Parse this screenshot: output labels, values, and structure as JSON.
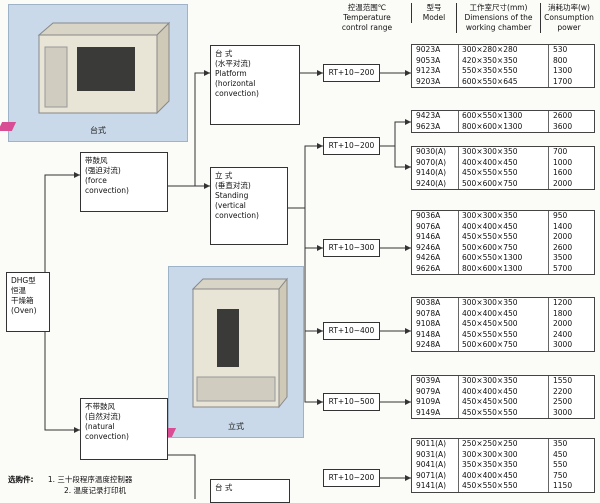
{
  "header": {
    "range": [
      "控温范围℃",
      "Temperature",
      "control range"
    ],
    "model": [
      "型号",
      "Model"
    ],
    "dims": [
      "工作室尺寸(mm)",
      "Dimensions of the",
      "working chamber"
    ],
    "power": [
      "消耗功率(w)",
      "Consumption",
      "power"
    ]
  },
  "photos": {
    "top": "台式",
    "mid": "立式"
  },
  "root": [
    "DHG型",
    "恒温",
    "干燥箱",
    "(Oven)"
  ],
  "force": [
    "带鼓风",
    "(强迫对流)",
    "(force",
    "convection)"
  ],
  "natural": [
    "不带鼓风",
    "(自然对流)",
    "(natural",
    "convection)"
  ],
  "platform": [
    "台   式",
    "(水平对流)",
    "Platform",
    "(horizontal",
    "convection)"
  ],
  "standing": [
    "立   式",
    "(垂直对流)",
    "Standing",
    "(vertical",
    "convection)"
  ],
  "platform2": [
    "台   式"
  ],
  "ranges": [
    "RT+10~200",
    "RT+10~200",
    "RT+10~300",
    "RT+10~400",
    "RT+10~500",
    "RT+10~200"
  ],
  "groups": [
    [
      [
        "9023A",
        "300×280×280",
        "530"
      ],
      [
        "9053A",
        "420×350×350",
        "800"
      ],
      [
        "9123A",
        "550×350×550",
        "1300"
      ],
      [
        "9203A",
        "600×550×645",
        "1700"
      ]
    ],
    [
      [
        "9423A",
        "600×550×1300",
        "2600"
      ],
      [
        "9623A",
        "800×600×1300",
        "3600"
      ]
    ],
    [
      [
        "9030(A)",
        "300×300×350",
        "700"
      ],
      [
        "9070(A)",
        "400×400×450",
        "1000"
      ],
      [
        "9140(A)",
        "450×550×550",
        "1600"
      ],
      [
        "9240(A)",
        "500×600×750",
        "2000"
      ]
    ],
    [
      [
        "9036A",
        "300×300×350",
        "950"
      ],
      [
        "9076A",
        "400×400×450",
        "1400"
      ],
      [
        "9146A",
        "450×550×550",
        "2000"
      ],
      [
        "9246A",
        "500×600×750",
        "2600"
      ],
      [
        "9426A",
        "600×550×1300",
        "3500"
      ],
      [
        "9626A",
        "800×600×1300",
        "5700"
      ]
    ],
    [
      [
        "9038A",
        "300×300×350",
        "1200"
      ],
      [
        "9078A",
        "400×400×450",
        "1800"
      ],
      [
        "9108A",
        "450×450×500",
        "2000"
      ],
      [
        "9148A",
        "450×550×550",
        "2400"
      ],
      [
        "9248A",
        "500×600×750",
        "3000"
      ]
    ],
    [
      [
        "9039A",
        "300×300×350",
        "1550"
      ],
      [
        "9079A",
        "400×400×450",
        "2200"
      ],
      [
        "9109A",
        "450×450×500",
        "2500"
      ],
      [
        "9149A",
        "450×550×550",
        "3000"
      ]
    ],
    [
      [
        "9011(A)",
        "250×250×250",
        "350"
      ],
      [
        "9031(A)",
        "300×300×300",
        "450"
      ],
      [
        "9041(A)",
        "350×350×350",
        "550"
      ],
      [
        "9071(A)",
        "400×400×450",
        "750"
      ],
      [
        "9141(A)",
        "450×550×550",
        "1150"
      ]
    ]
  ],
  "options": {
    "label": "选购件:",
    "items": [
      "1.  三十段程序温度控制器",
      "2.  温度记录打印机"
    ]
  }
}
